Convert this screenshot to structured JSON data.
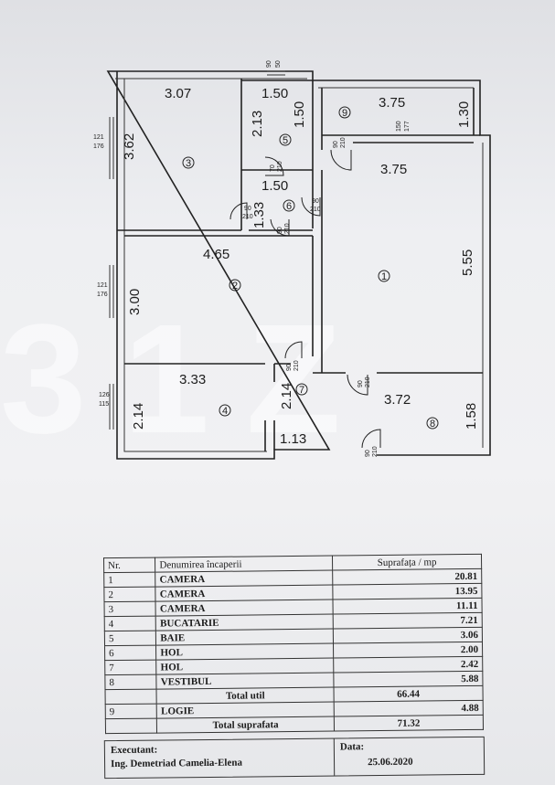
{
  "plan": {
    "dims": {
      "room3_w": "3.07",
      "room3_h": "3.62",
      "room5_w": "1.50",
      "room5_h": "2.13",
      "room5_h2": "1.50",
      "room9_w": "3.75",
      "room9_h": "1.30",
      "room1_w": "3.75",
      "room1_h": "5.55",
      "room6_w": "1.50",
      "room6_h": "1.33",
      "room2_w": "4.65",
      "room2_h": "3.00",
      "room4_w": "3.33",
      "room4_h": "2.14",
      "room7_h": "2.14",
      "room7_w": "1.13",
      "room8_w": "3.72",
      "room8_h": "1.58"
    },
    "room_numbers": {
      "r1": "1",
      "r2": "2",
      "r3": "3",
      "r4": "4",
      "r5": "5",
      "r6": "6",
      "r7": "7",
      "r8": "8",
      "r9": "9"
    },
    "window_marks": {
      "w_top_a": "90",
      "w_top_b": "50",
      "w_r3_a": "121",
      "w_r3_b": "176",
      "w_r2_a": "121",
      "w_r2_b": "176",
      "w_r4_a": "126",
      "w_r4_b": "115",
      "w_r9_a": "150",
      "w_r9_b": "177"
    },
    "door_marks": {
      "d_r9_a": "90",
      "d_r9_b": "210",
      "d_r5_a": "70",
      "d_r5_b": "210",
      "d_r3_a": "90",
      "d_r3_b": "210",
      "d_r6_a": "90",
      "d_r6_b": "210",
      "d_r1_a": "90",
      "d_r1_b": "210",
      "d_r2_a": "90",
      "d_r2_b": "210",
      "d_r7_a": "90",
      "d_r7_b": "210",
      "d_r8_a": "90",
      "d_r8_b": "210",
      "d_ent_a": "90",
      "d_ent_b": "210"
    }
  },
  "table": {
    "header": {
      "nr": "Nr.",
      "name": "Denumirea încaperii",
      "area": "Suprafața / mp"
    },
    "rows": [
      {
        "nr": "1",
        "name": "CAMERA",
        "area": "20.81"
      },
      {
        "nr": "2",
        "name": "CAMERA",
        "area": "13.95"
      },
      {
        "nr": "3",
        "name": "CAMERA",
        "area": "11.11"
      },
      {
        "nr": "4",
        "name": "BUCATARIE",
        "area": "7.21"
      },
      {
        "nr": "5",
        "name": "BAIE",
        "area": "3.06"
      },
      {
        "nr": "6",
        "name": "HOL",
        "area": "2.00"
      },
      {
        "nr": "7",
        "name": "HOL",
        "area": "2.42"
      },
      {
        "nr": "8",
        "name": "VESTIBUL",
        "area": "5.88"
      }
    ],
    "total_util_label": "Total util",
    "total_util": "66.44",
    "logie": {
      "nr": "9",
      "name": "LOGIE",
      "area": "4.88"
    },
    "total_label": "Total suprafata",
    "total": "71.32"
  },
  "footer": {
    "executant_label": "Executant:",
    "executant_name": "Ing. Demetriad Camelia-Elena",
    "data_label": "Data:",
    "date": "25.06.2020"
  },
  "watermark": "31Z"
}
